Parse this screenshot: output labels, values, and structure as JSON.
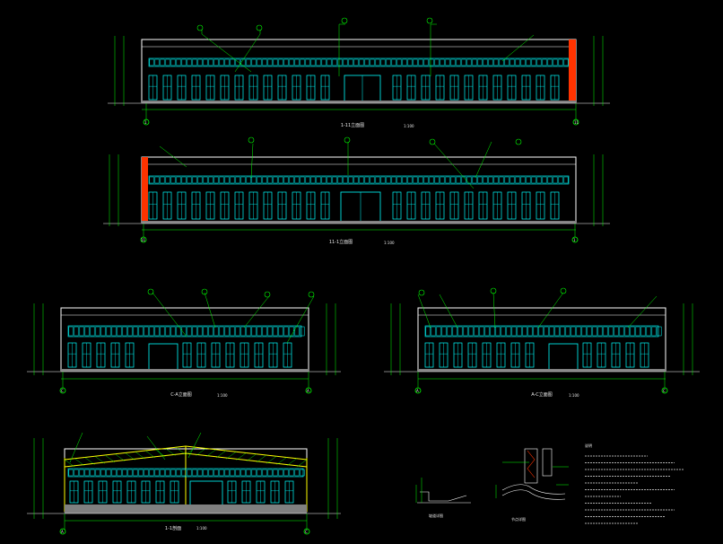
{
  "colors": {
    "background": "#000000",
    "wall_outline": "#ffffff",
    "window": "#00ffff",
    "leader": "#00ff00",
    "dimension": "#00ff00",
    "ground": "#808080",
    "roof_truss": "#ffff00",
    "ladder": "#ff3300",
    "text": "#e8e8e8"
  },
  "views": [
    {
      "id": "elev-1",
      "title": "1-11立面图",
      "scale": "1:100",
      "axis_start": "1",
      "axis_end": "11"
    },
    {
      "id": "elev-2",
      "title": "11-1立面图",
      "scale": "1:100",
      "axis_start": "11",
      "axis_end": "1"
    },
    {
      "id": "elev-3",
      "title": "C-A立面图",
      "scale": "1:100",
      "axis_start": "C",
      "axis_end": "A"
    },
    {
      "id": "elev-4",
      "title": "A-C立面图",
      "scale": "1:100",
      "axis_start": "A",
      "axis_end": "C"
    },
    {
      "id": "section-1",
      "title": "1-1剖面",
      "scale": "1:100",
      "axis_start": "A",
      "axis_end": "C"
    }
  ],
  "details": [
    {
      "id": "detail-1",
      "title": "坡道详图"
    },
    {
      "id": "detail-2",
      "title": "节点详图"
    }
  ],
  "notes": {
    "heading": "说明"
  }
}
